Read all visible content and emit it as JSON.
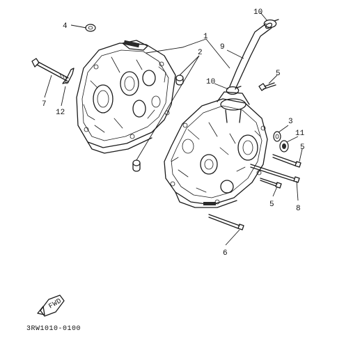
{
  "diagram": {
    "callouts": [
      "1",
      "2",
      "3",
      "4",
      "5",
      "5",
      "5",
      "6",
      "7",
      "8",
      "9",
      "10",
      "10",
      "11",
      "12"
    ],
    "fwd_label": "FWD",
    "drawing_code": "3RW1010-0100"
  }
}
